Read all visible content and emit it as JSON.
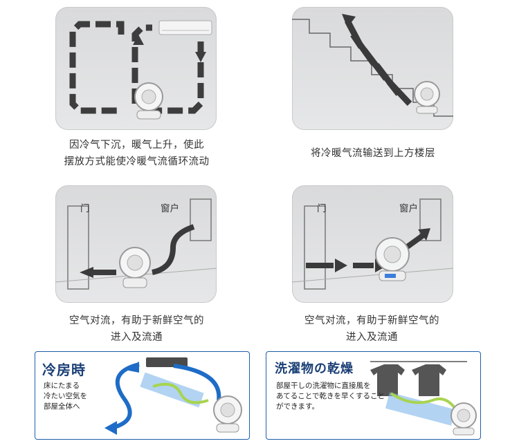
{
  "panel1": {
    "caption_line1": "因冷气下沉，暖气上升，使此",
    "caption_line2": "摆放方式能使冷暖气流循环流动"
  },
  "panel2": {
    "caption": "将冷暖气流输送到上方楼层"
  },
  "panel3": {
    "door": "门",
    "window": "窗户",
    "caption_line1": "空气对流，有助于新鲜空气的",
    "caption_line2": "进入及流通"
  },
  "panel4": {
    "door": "门",
    "window": "窗户",
    "caption_line1": "空气对流，有助于新鲜空气的",
    "caption_line2": "进入及流通"
  },
  "box1": {
    "title": "冷房時",
    "desc_line1": "床にたまる",
    "desc_line2": "冷たい空気を",
    "desc_line3": "部屋全体へ"
  },
  "box2": {
    "title": "洗濯物の乾燥",
    "desc_line1": "部屋干しの洗濯物に直接風を",
    "desc_line2": "あてることで乾きを早くすること",
    "desc_line3": "ができます。"
  }
}
